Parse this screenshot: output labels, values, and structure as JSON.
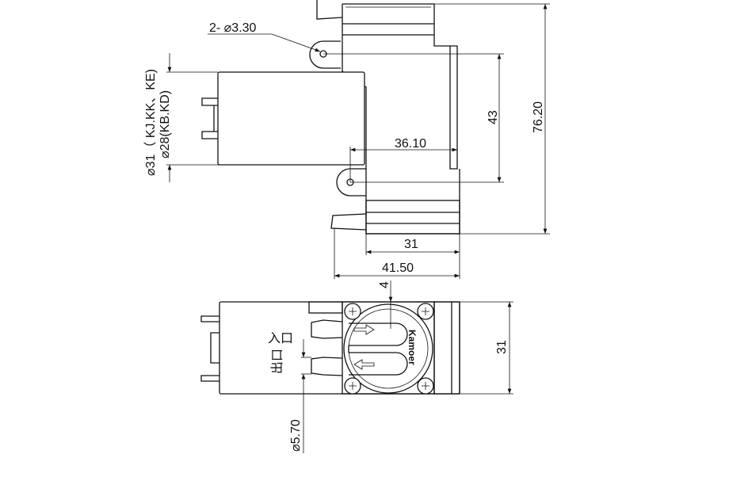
{
  "dimensions": {
    "hole": "2- ⌀3.30",
    "motor_diameter_a": "⌀31（ KJ.KK、KE)",
    "motor_diameter_b": "⌀28(KB.KD)",
    "mount_height": "43",
    "total_height": "76.20",
    "offset": "36.10",
    "head_width": "31",
    "total_width": "41.50",
    "depth": "4",
    "side_height": "31",
    "port_diameter": "⌀5.70"
  },
  "labels": {
    "inlet": "入口",
    "outlet": "出口",
    "brand_logo": "Kamoer"
  }
}
